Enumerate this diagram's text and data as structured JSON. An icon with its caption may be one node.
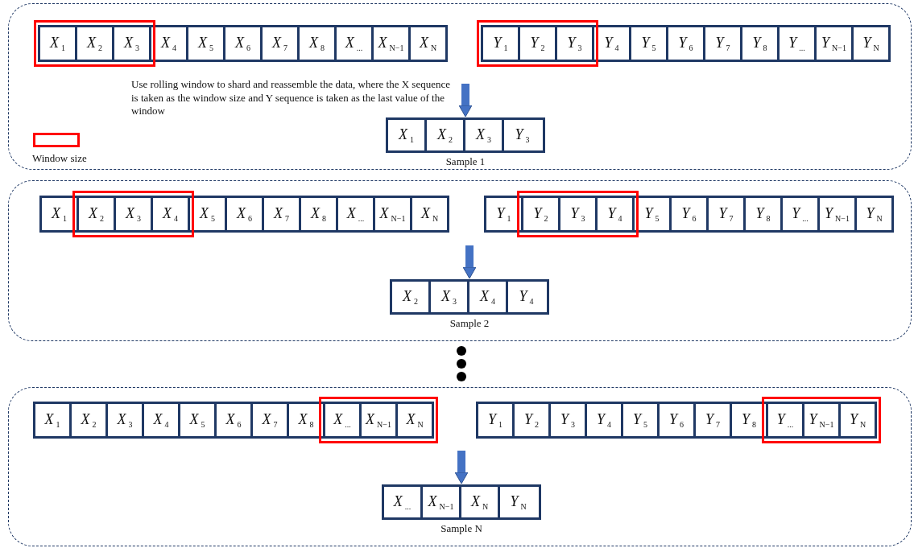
{
  "diagram": {
    "nodes": [
      {
        "text": [],
        "shape": "box"
      },
      {
        "text": [
          "*X*$_{1}$"
        ],
        "in": 0
      },
      {
        "text": [
          "*X*$_{2}$"
        ],
        "in": 0
      },
      {
        "text": [
          "*X*$_{3}$"
        ],
        "in": 0
      },
      {
        "text": [
          "*X*$_{4}$"
        ],
        "in": 0
      },
      {
        "text": [
          "*X*$_{5}$"
        ],
        "in": 0
      },
      {
        "text": [
          "*X*$_{6}$"
        ],
        "in": 0
      },
      {
        "text": [
          "*X*$_{7}$"
        ],
        "in": 0
      },
      {
        "text": [
          "*X*$_{8}$"
        ],
        "in": 0
      },
      {
        "text": [
          "*X*$_{...}$"
        ],
        "in": 0
      },
      {
        "text": [
          "*X*$_{N−1}$"
        ],
        "in": 0
      },
      {
        "text": [
          "*X*$_{N}$"
        ],
        "in": 0
      },
      {
        "text": [
          "*Y*$_{1}$"
        ],
        "in": 0
      },
      {
        "text": [
          "*Y*$_{2}$"
        ],
        "in": 0
      },
      {
        "text": [
          "*Y*$_{3}$"
        ],
        "in": 0
      },
      {
        "text": [
          "*Y*$_{4}$"
        ],
        "in": 0
      },
      {
        "text": [
          "*Y*$_{5}$"
        ],
        "in": 0
      },
      {
        "text": [
          "*Y*$_{6}$"
        ],
        "in": 0
      },
      {
        "text": [
          "*Y*$_{7}$"
        ],
        "in": 0
      },
      {
        "text": [
          "*Y*$_{8}$"
        ],
        "in": 0
      },
      {
        "text": [
          "*Y*$_{...}$"
        ],
        "in": 0
      },
      {
        "text": [
          "*Y*$_{N−1}$"
        ],
        "in": 0
      },
      {
        "text": [
          "*Y*$_{N}$"
        ],
        "in": 0
      },
      {
        "text": [],
        "shape": "box",
        "in": 0,
        "beside": [
          "Sample 1"
        ]
      },
      {
        "text": [
          "*X*$_{1}$"
        ],
        "in": 23
      },
      {
        "text": [
          "*X*$_{2}$"
        ],
        "in": 23
      },
      {
        "text": [
          "*X*$_{3}$"
        ],
        "in": 23
      },
      {
        "text": [
          "*Y*$_{3}$"
        ],
        "in": 23
      },
      {
        "text": [],
        "shape": "box"
      },
      {
        "text": [
          "*X*$_{1}$"
        ],
        "in": 28
      },
      {
        "text": [
          "*X*$_{2}$"
        ],
        "in": 28
      },
      {
        "text": [
          "*X*$_{3}$"
        ],
        "in": 28
      },
      {
        "text": [
          "*X*$_{4}$"
        ],
        "in": 28
      },
      {
        "text": [
          "*X*$_{5}$"
        ],
        "in": 28
      },
      {
        "text": [
          "*X*$_{6}$"
        ],
        "in": 28
      },
      {
        "text": [
          "*X*$_{7}$"
        ],
        "in": 28
      },
      {
        "text": [
          "*X*$_{8}$"
        ],
        "in": 28
      },
      {
        "text": [
          "*X*$_{...}$"
        ],
        "in": 28
      },
      {
        "text": [
          "*X*$_{N−1}$"
        ],
        "in": 28
      },
      {
        "text": [
          "*X*$_{N}$"
        ],
        "in": 28
      },
      {
        "text": [
          "*Y*$_{1}$"
        ],
        "in": 28
      },
      {
        "text": [
          "*Y*$_{2}$"
        ],
        "in": 28
      },
      {
        "text": [
          "*Y*$_{3}$"
        ],
        "in": 28
      },
      {
        "text": [
          "*Y*$_{4}$"
        ],
        "in": 28
      },
      {
        "text": [
          "*Y*$_{5}$"
        ],
        "in": 28
      },
      {
        "text": [
          "*Y*$_{6}$"
        ],
        "in": 28
      },
      {
        "text": [
          "*Y*$_{7}$"
        ],
        "in": 28
      },
      {
        "text": [
          "*Y*$_{8}$"
        ],
        "in": 28
      },
      {
        "text": [
          "*Y*$_{...}$"
        ],
        "in": 28
      },
      {
        "text": [
          "*Y*$_{N−1}$"
        ],
        "in": 28
      },
      {
        "text": [
          "*Y*$_{N}$"
        ],
        "in": 28
      },
      {
        "text": [],
        "shape": "box",
        "in": 28,
        "beside": [
          "Sample 2"
        ]
      },
      {
        "text": [
          "*X*$_{2}$"
        ],
        "in": 51
      },
      {
        "text": [
          "*X*$_{3}$"
        ],
        "in": 51
      },
      {
        "text": [
          "*X*$_{4}$"
        ],
        "in": 51
      },
      {
        "text": [
          "*Y*$_{4}$"
        ],
        "in": 51
      },
      {
        "text": [],
        "shape": "box"
      },
      {
        "text": [
          "*X*$_{1}$"
        ],
        "in": 56
      },
      {
        "text": [
          "*X*$_{2}$"
        ],
        "in": 56
      },
      {
        "text": [
          "*X*$_{3}$"
        ],
        "in": 56
      },
      {
        "text": [
          "*X*$_{4}$"
        ],
        "in": 56
      },
      {
        "text": [
          "*X*$_{5}$"
        ],
        "in": 56
      },
      {
        "text": [
          "*X*$_{6}$"
        ],
        "in": 56
      },
      {
        "text": [
          "*X*$_{7}$"
        ],
        "in": 56
      },
      {
        "text": [
          "*X*$_{8}$"
        ],
        "in": 56
      },
      {
        "text": [
          "*X*$_{...}$"
        ],
        "in": 56
      },
      {
        "text": [
          "*X*$_{N−1}$"
        ],
        "in": 56
      },
      {
        "text": [
          "*X*$_{N}$"
        ],
        "in": 56
      },
      {
        "text": [
          "*Y*$_{1}$"
        ],
        "in": 56
      },
      {
        "text": [
          "*Y*$_{2}$"
        ],
        "in": 56
      },
      {
        "text": [
          "*Y*$_{3}$"
        ],
        "in": 56
      },
      {
        "text": [
          "*Y*$_{4}$"
        ],
        "in": 56
      },
      {
        "text": [
          "*Y*$_{5}$"
        ],
        "in": 56
      },
      {
        "text": [
          "*Y*$_{6}$"
        ],
        "in": 56
      },
      {
        "text": [
          "*Y*$_{7}$"
        ],
        "in": 56
      },
      {
        "text": [
          "*Y*$_{8}$"
        ],
        "in": 56
      },
      {
        "text": [
          "*Y*$_{...}$"
        ],
        "in": 56
      },
      {
        "text": [
          "*Y*$_{N−1}$"
        ],
        "in": 56
      },
      {
        "text": [
          "*Y*$_{N}$"
        ],
        "in": 56
      },
      {
        "text": [],
        "shape": "box",
        "in": 56,
        "beside": [
          "Sample N"
        ]
      },
      {
        "text": [
          "*X*$_{...}$"
        ],
        "in": 79
      },
      {
        "text": [
          "*X*$_{N−1}$"
        ],
        "in": 79
      },
      {
        "text": [
          "*X*$_{N}$"
        ],
        "in": 79
      },
      {
        "text": [
          "*Y*$_{N}$"
        ],
        "in": 79
      }
    ],
    "edges": [
      {
        "from": null,
        "to": 23,
        "arrow": "to"
      },
      {
        "from": null,
        "to": 51,
        "arrow": "to"
      },
      {
        "from": null,
        "to": 79,
        "arrow": "to"
      }
    ],
    "labels": [
      "Use rolling window to shard and reassemble the data, where the X sequence is taken as the window size and Y sequence is taken as the last value of the window"
    ],
    "legend": [
      {
        "text": "Window size"
      }
    ]
  }
}
